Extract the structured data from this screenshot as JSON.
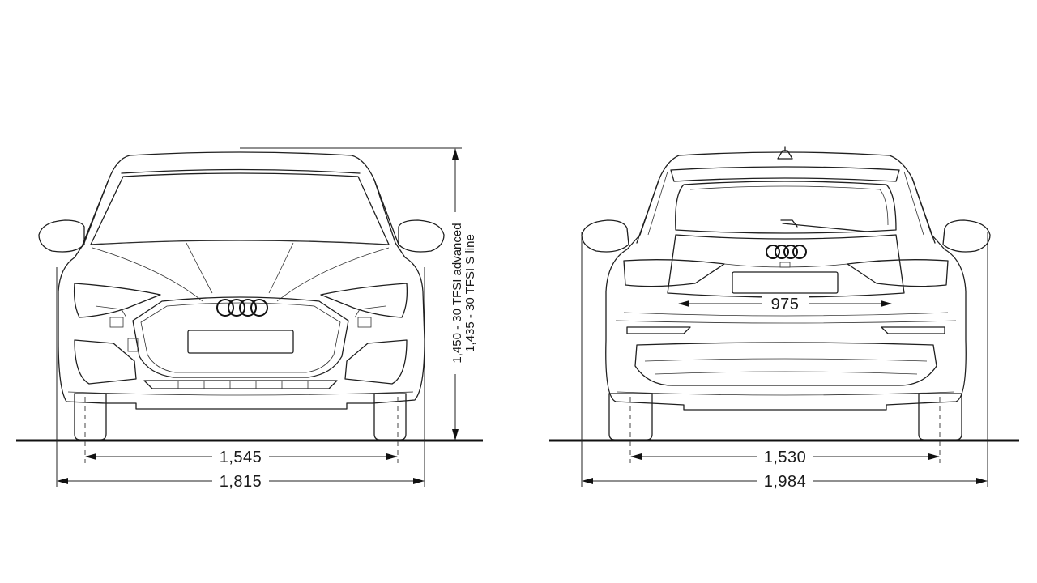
{
  "front_view": {
    "track_dimension": "1,545",
    "width_dimension": "1,815",
    "height_dimension_line1": "1,450 - 30 TFSI advanced",
    "height_dimension_line2": "1,435 - 30 TFSI S line"
  },
  "rear_view": {
    "tailgate_opening_dimension": "975",
    "track_dimension": "1,530",
    "width_with_mirrors_dimension": "1,984"
  },
  "icons": {
    "brand_logo": "four-rings-logo"
  }
}
